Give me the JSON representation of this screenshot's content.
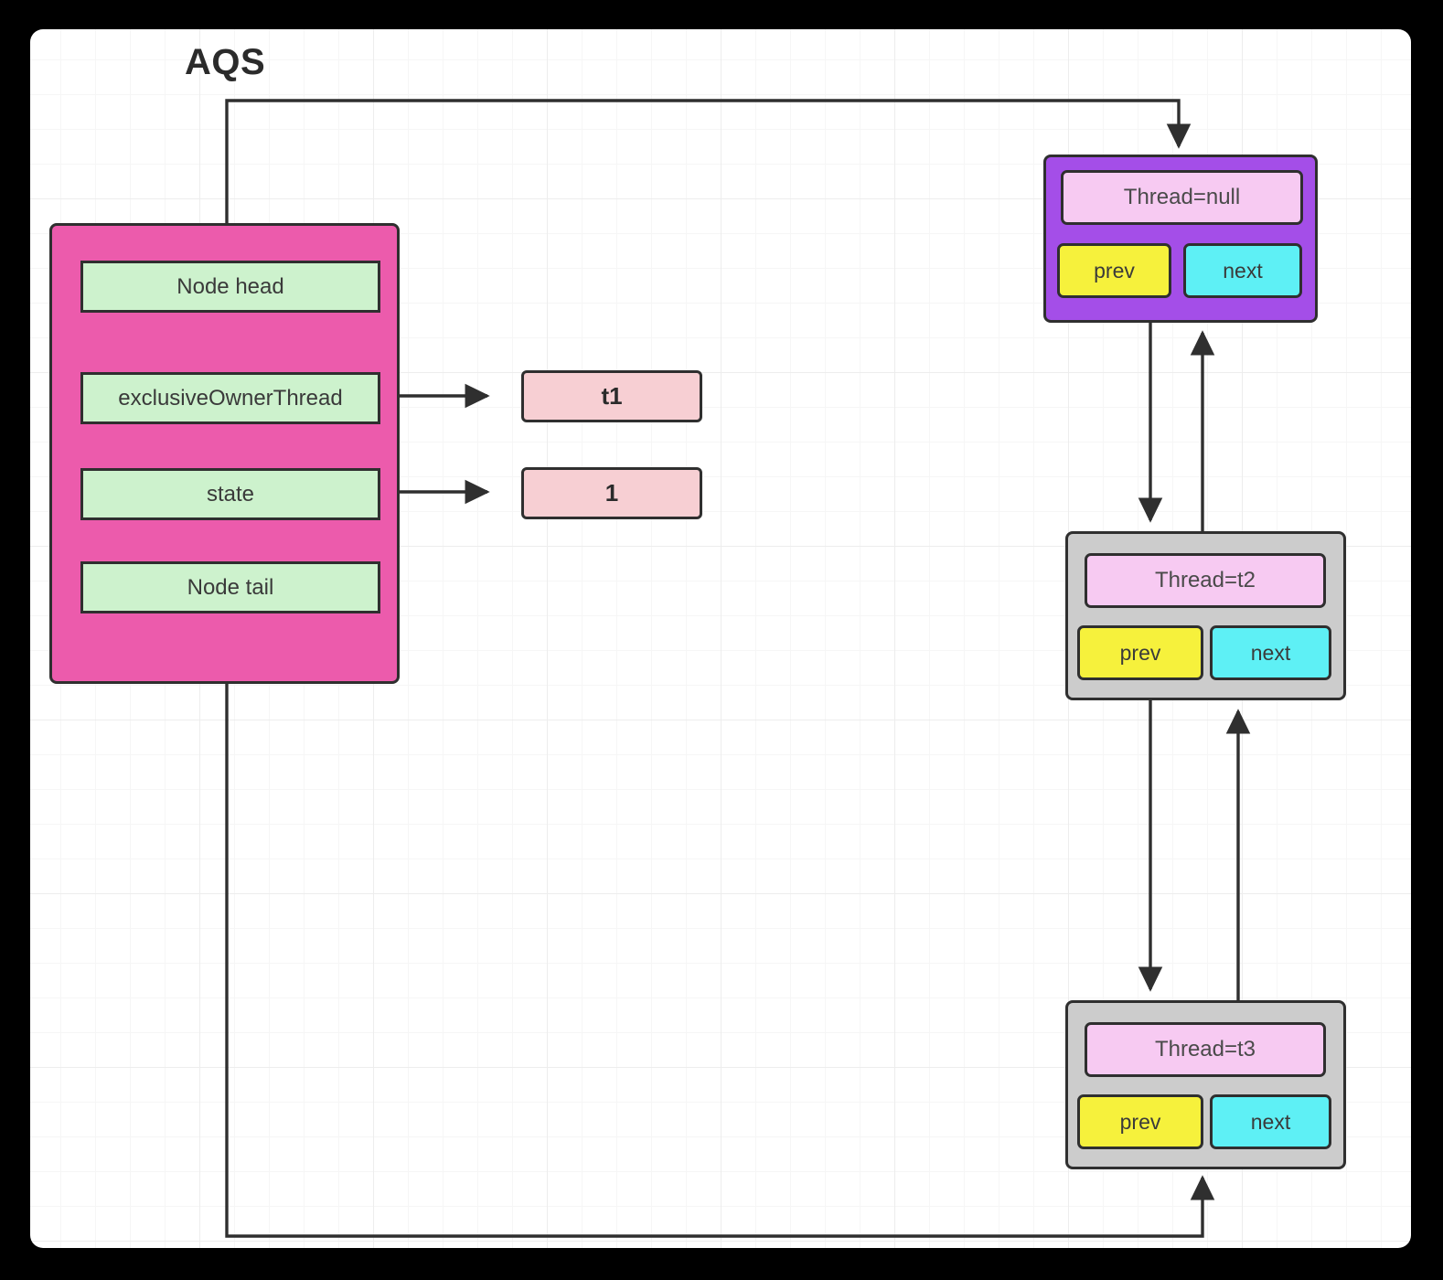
{
  "diagram": {
    "title": "AQS",
    "aqs": {
      "fields": [
        {
          "id": "head",
          "label": "Node head"
        },
        {
          "id": "owner",
          "label": "exclusiveOwnerThread"
        },
        {
          "id": "state",
          "label": "state"
        },
        {
          "id": "tail",
          "label": "Node tail"
        }
      ]
    },
    "values": [
      {
        "id": "owner-value",
        "label": "t1"
      },
      {
        "id": "state-value",
        "label": "1"
      }
    ],
    "nodes": [
      {
        "id": "head-node",
        "thread": "Thread=null",
        "prev": "prev",
        "next": "next",
        "style": "purple"
      },
      {
        "id": "t2-node",
        "thread": "Thread=t2",
        "prev": "prev",
        "next": "next",
        "style": "gray"
      },
      {
        "id": "t3-node",
        "thread": "Thread=t3",
        "prev": "prev",
        "next": "next",
        "style": "gray"
      }
    ],
    "colors": {
      "aqs_container": "#ec5bac",
      "field_fill": "#cdf2cd",
      "value_fill": "#f7cfd3",
      "node_purple": "#a44ee8",
      "node_gray": "#cccccc",
      "thread_fill": "#f7caf2",
      "prev_fill": "#f6f13c",
      "next_fill": "#5ef0f5",
      "stroke": "#2f2f2f",
      "canvas": "#ffffff",
      "background": "#000000",
      "grid_line": "#ededed"
    },
    "edges": [
      {
        "id": "head-to-node",
        "from": "Node head",
        "to": "Thread=null node",
        "label": ""
      },
      {
        "id": "tail-to-t3",
        "from": "Node tail",
        "to": "Thread=t3 node",
        "label": ""
      },
      {
        "id": "owner-to-t1",
        "from": "exclusiveOwnerThread",
        "to": "t1",
        "label": ""
      },
      {
        "id": "state-to-1",
        "from": "state",
        "to": "1",
        "label": ""
      },
      {
        "id": "head-next-t2",
        "from": "Thread=null node",
        "to": "Thread=t2 node",
        "label": ""
      },
      {
        "id": "t2-prev-head",
        "from": "Thread=t2 node",
        "to": "Thread=null node",
        "label": ""
      },
      {
        "id": "t2-next-t3",
        "from": "Thread=t2 node",
        "to": "Thread=t3 node",
        "label": ""
      },
      {
        "id": "t3-prev-t2",
        "from": "Thread=t3 node",
        "to": "Thread=t2 node",
        "label": ""
      }
    ]
  }
}
